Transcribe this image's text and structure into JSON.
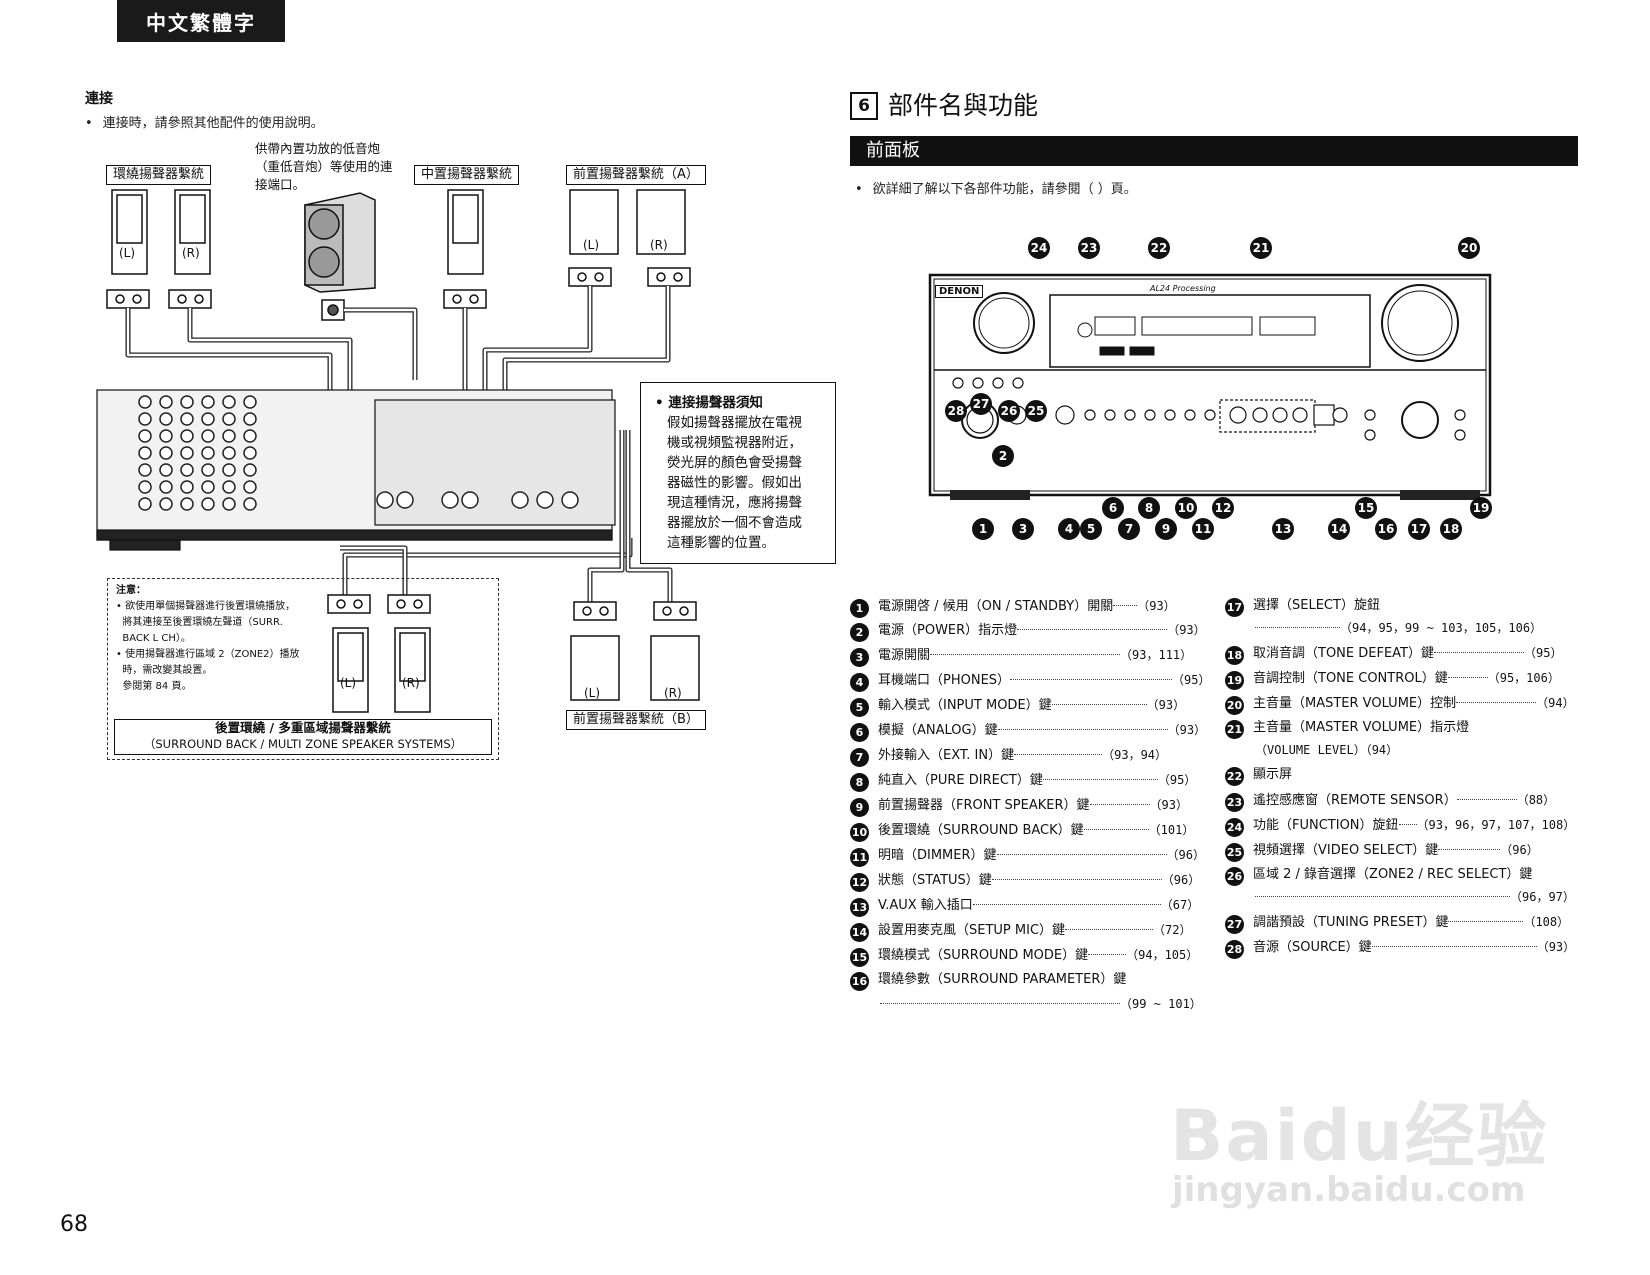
{
  "header": {
    "language_tab": "中文繁體字"
  },
  "left": {
    "heading": "連接",
    "bullet": "連接時，請參照其他配件的使用說明。",
    "subwoofer_note": [
      "供帶內置功放的低音炮",
      "（重低音炮）等使用的連",
      "接端口。"
    ],
    "labels": {
      "surround": "環繞揚聲器繫統",
      "center": "中置揚聲器繫統",
      "front_a": "前置揚聲器繫統（A）",
      "front_b": "前置揚聲器繫統（B）",
      "rear_title": "後置環繞 / 多重區域揚聲器繫統",
      "rear_sub": "（SURROUND BACK / MULTI ZONE SPEAKER SYSTEMS）",
      "l": "(L)",
      "r": "(R)"
    },
    "notice": {
      "title": "• 連接揚聲器須知",
      "lines": [
        "假如揚聲器擺放在電視",
        "機或視頻監視器附近，",
        "熒光屏的顏色會受揚聲",
        "器磁性的影響。假如出",
        "現這種情況，應將揚聲",
        "器擺放於一個不會造成",
        "這種影響的位置。"
      ]
    },
    "caution": {
      "title": "注意：",
      "lines": [
        "• 欲使用單個揚聲器進行後置環繞播放，",
        "  將其連接至後置環繞左聲道（SURR.",
        "  BACK L CH）。",
        "• 使用揚聲器進行區域 2（ZONE2）播放",
        "  時，需改變其設置。",
        "  參閱第 84 頁。"
      ]
    }
  },
  "page_number": "68",
  "right": {
    "section_number": "6",
    "section_title": "部件名與功能",
    "bar_title": "前面板",
    "intro": "欲詳細了解以下各部件功能，請參閱（ ）頁。",
    "panel": {
      "brand": "DENON",
      "processing": "AL24 Processing"
    },
    "list_col1": [
      {
        "n": "1",
        "label": "電源開啓 / 候用（ON / STANDBY）開關",
        "pages": "（93）"
      },
      {
        "n": "2",
        "label": "電源（POWER）指示燈",
        "pages": "（93）"
      },
      {
        "n": "3",
        "label": "電源開關",
        "pages": "（93，111）"
      },
      {
        "n": "4",
        "label": "耳機端口（PHONES）",
        "pages": "（95）"
      },
      {
        "n": "5",
        "label": "輸入模式（INPUT MODE）鍵",
        "pages": "（93）"
      },
      {
        "n": "6",
        "label": "模擬（ANALOG）鍵",
        "pages": "（93）"
      },
      {
        "n": "7",
        "label": "外接輸入（EXT. IN）鍵",
        "pages": "（93，94）"
      },
      {
        "n": "8",
        "label": "純直入（PURE DIRECT）鍵",
        "pages": "（95）"
      },
      {
        "n": "9",
        "label": "前置揚聲器（FRONT SPEAKER）鍵",
        "pages": "（93）"
      },
      {
        "n": "10",
        "label": "後置環繞（SURROUND BACK）鍵",
        "pages": "（101）"
      },
      {
        "n": "11",
        "label": "明暗（DIMMER）鍵",
        "pages": "（96）"
      },
      {
        "n": "12",
        "label": "狀態（STATUS）鍵",
        "pages": "（96）"
      },
      {
        "n": "13",
        "label": "V.AUX 輸入插口",
        "pages": "（67）"
      },
      {
        "n": "14",
        "label": "設置用麥克風（SETUP MIC）鍵",
        "pages": "（72）"
      },
      {
        "n": "15",
        "label": "環繞模式（SURROUND MODE）鍵",
        "pages": "（94，105）"
      },
      {
        "n": "16",
        "label": "環繞參數（SURROUND PARAMETER）鍵",
        "pages": "（99 ~ 101）"
      }
    ],
    "list_col2": [
      {
        "n": "17",
        "label": "選擇（SELECT）旋鈕",
        "pages": "（94，95，99 ~ 103，105，106）"
      },
      {
        "n": "18",
        "label": "取消音調（TONE DEFEAT）鍵",
        "pages": "（95）"
      },
      {
        "n": "19",
        "label": "音調控制（TONE CONTROL）鍵",
        "pages": "（95，106）"
      },
      {
        "n": "20",
        "label": "主音量（MASTER VOLUME）控制",
        "pages": "（94）"
      },
      {
        "n": "21",
        "label": "主音量（MASTER VOLUME）指示燈",
        "pages": "（VOLUME LEVEL）（94）"
      },
      {
        "n": "22",
        "label": "顯示屏",
        "pages": ""
      },
      {
        "n": "23",
        "label": "遙控感應窗（REMOTE SENSOR）",
        "pages": "（88）"
      },
      {
        "n": "24",
        "label": "功能（FUNCTION）旋鈕",
        "pages": "（93，96，97，107，108）"
      },
      {
        "n": "25",
        "label": "視頻選擇（VIDEO SELECT）鍵",
        "pages": "（96）"
      },
      {
        "n": "26",
        "label": "區域 2 / 錄音選擇（ZONE2 / REC SELECT）鍵",
        "pages": "（96，97）"
      },
      {
        "n": "27",
        "label": "調諧預設（TUNING PRESET）鍵",
        "pages": "（108）"
      },
      {
        "n": "28",
        "label": "音源（SOURCE）鍵",
        "pages": "（93）"
      }
    ]
  },
  "watermark": {
    "line1": "Baidu经验",
    "line2": "jingyan.baidu.com"
  },
  "colors": {
    "ink": "#111111",
    "bar_bg": "#111111",
    "watermark": "#e4e4e4"
  }
}
